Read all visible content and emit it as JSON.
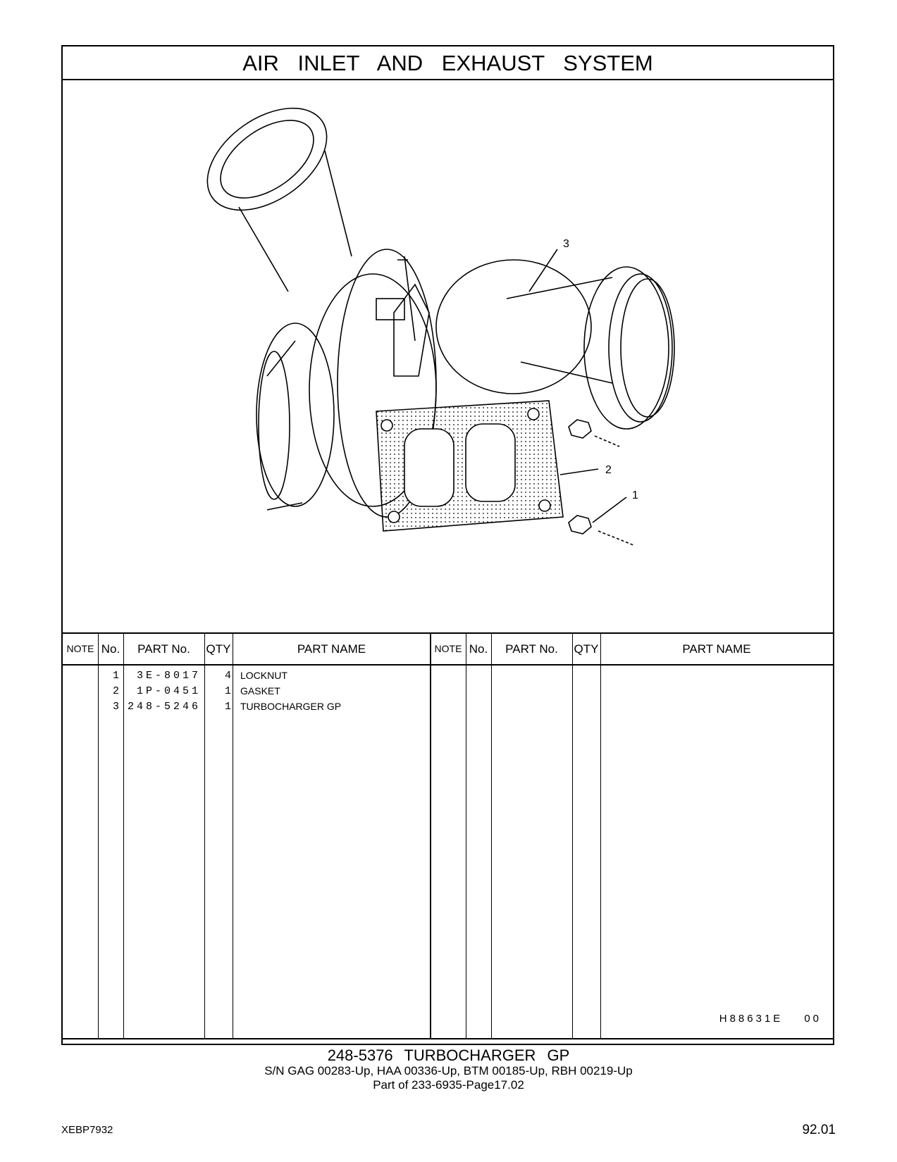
{
  "title": "AIR INLET AND EXHAUST SYSTEM",
  "callouts": [
    "3",
    "2",
    "1"
  ],
  "table": {
    "headers": {
      "note": "NOTE",
      "no": "No.",
      "part_no": "PART No.",
      "qty": "QTY",
      "part_name": "PART NAME"
    },
    "rows": [
      {
        "no": "1",
        "part_no": "3E-8017",
        "qty": "4",
        "part_name": "LOCKNUT"
      },
      {
        "no": "2",
        "part_no": "1P-0451",
        "qty": "1",
        "part_name": "GASKET"
      },
      {
        "no": "3",
        "part_no": "248-5246",
        "qty": "1",
        "part_name": "TURBOCHARGER GP"
      }
    ]
  },
  "illustration_code": "H88631E",
  "illustration_rev": "00",
  "caption": {
    "title": "248-5376 TURBOCHARGER GP",
    "serials": "S/N GAG 00283-Up, HAA 00336-Up, BTM 00185-Up, RBH 00219-Up",
    "part_of": "Part of 233-6935-Page17.02"
  },
  "footer": {
    "doc_no": "XEBP7932",
    "page": "92.01"
  }
}
